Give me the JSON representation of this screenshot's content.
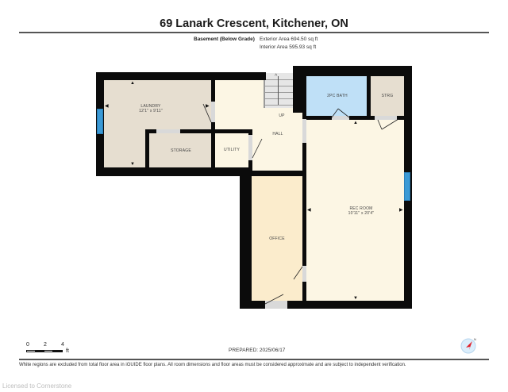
{
  "header": {
    "title": "69 Lanark Crescent, Kitchener, ON",
    "floor_label": "Basement (Below Grade)",
    "exterior_area": "Exterior Area 694.50 sq ft",
    "interior_area": "Interior Area 595.93 sq ft"
  },
  "rooms": {
    "laundry": {
      "name": "LAUNDRY",
      "dims": "12'1\" x 9'11\""
    },
    "storage": {
      "name": "STORAGE"
    },
    "utility": {
      "name": "UTILITY"
    },
    "hall": {
      "name": "HALL",
      "stairs_label": "UP"
    },
    "bath": {
      "name": "2PC BATH"
    },
    "strg": {
      "name": "STRG"
    },
    "rec_room": {
      "name": "REC ROOM",
      "dims": "10'11\" x 20'4\""
    },
    "office": {
      "name": "OFFICE"
    }
  },
  "colors": {
    "wall": "#0b0b0b",
    "laundry_fill": "#e6ded0",
    "storage_fill": "#e6ded0",
    "hall_fill": "#fcf6e4",
    "bath_fill": "#bfe0f7",
    "rec_fill": "#fcf6e4",
    "office_fill": "#fbeccc",
    "window": "#3b9ad6"
  },
  "scale": {
    "ticks": [
      "0",
      "2",
      "4"
    ],
    "unit": "ft"
  },
  "footer": {
    "prepared": "PREPARED: 2025/06/17",
    "disclaimer": "White regions are excluded from total floor area in iGUIDE floor plans. All room dimensions and floor areas must be considered approximate and are subject to independent verification.",
    "licensed": "Licensed to Cornerstone"
  },
  "compass": {
    "north_label": "N"
  }
}
